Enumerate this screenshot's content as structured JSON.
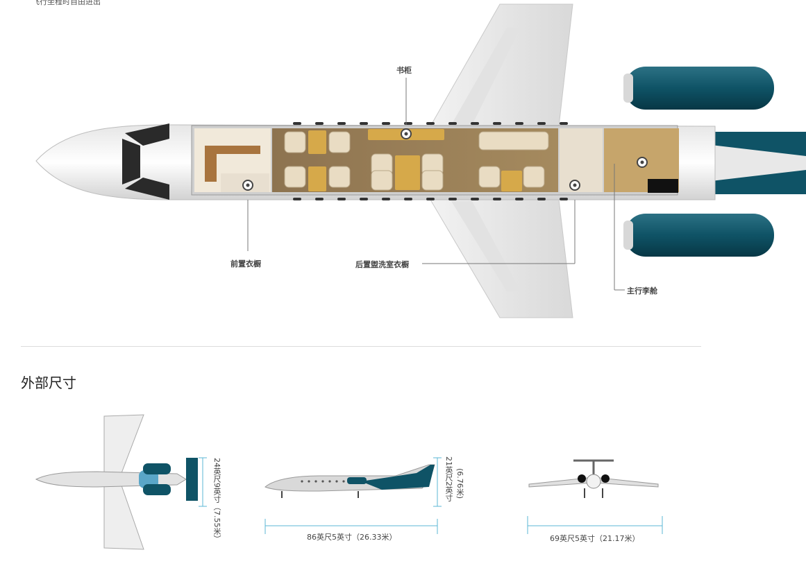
{
  "top_text": "飞行坐程时自由进出",
  "callouts": {
    "bookcase": "书柜",
    "front_wardrobe": "前置衣橱",
    "rear_lav_wardrobe": "后置盥洗室衣橱",
    "main_baggage": "主行李舱"
  },
  "section": {
    "title": "外部尺寸"
  },
  "dimensions": {
    "wingspan": "24英尺9英寸（7.55米）",
    "height": "21英尺2英寸",
    "height_metric": "(6.76米)",
    "length": "86英尺5英寸（26.33米）",
    "tail_span": "69英尺5英寸（21.17米）"
  },
  "colors": {
    "accent_teal": "#0f5366",
    "dim_line": "#5bb7d6",
    "cabin_tan": "#a58a5e",
    "seat_cream": "#e9dcc3"
  },
  "icons": [
    "info-dot-icon"
  ]
}
